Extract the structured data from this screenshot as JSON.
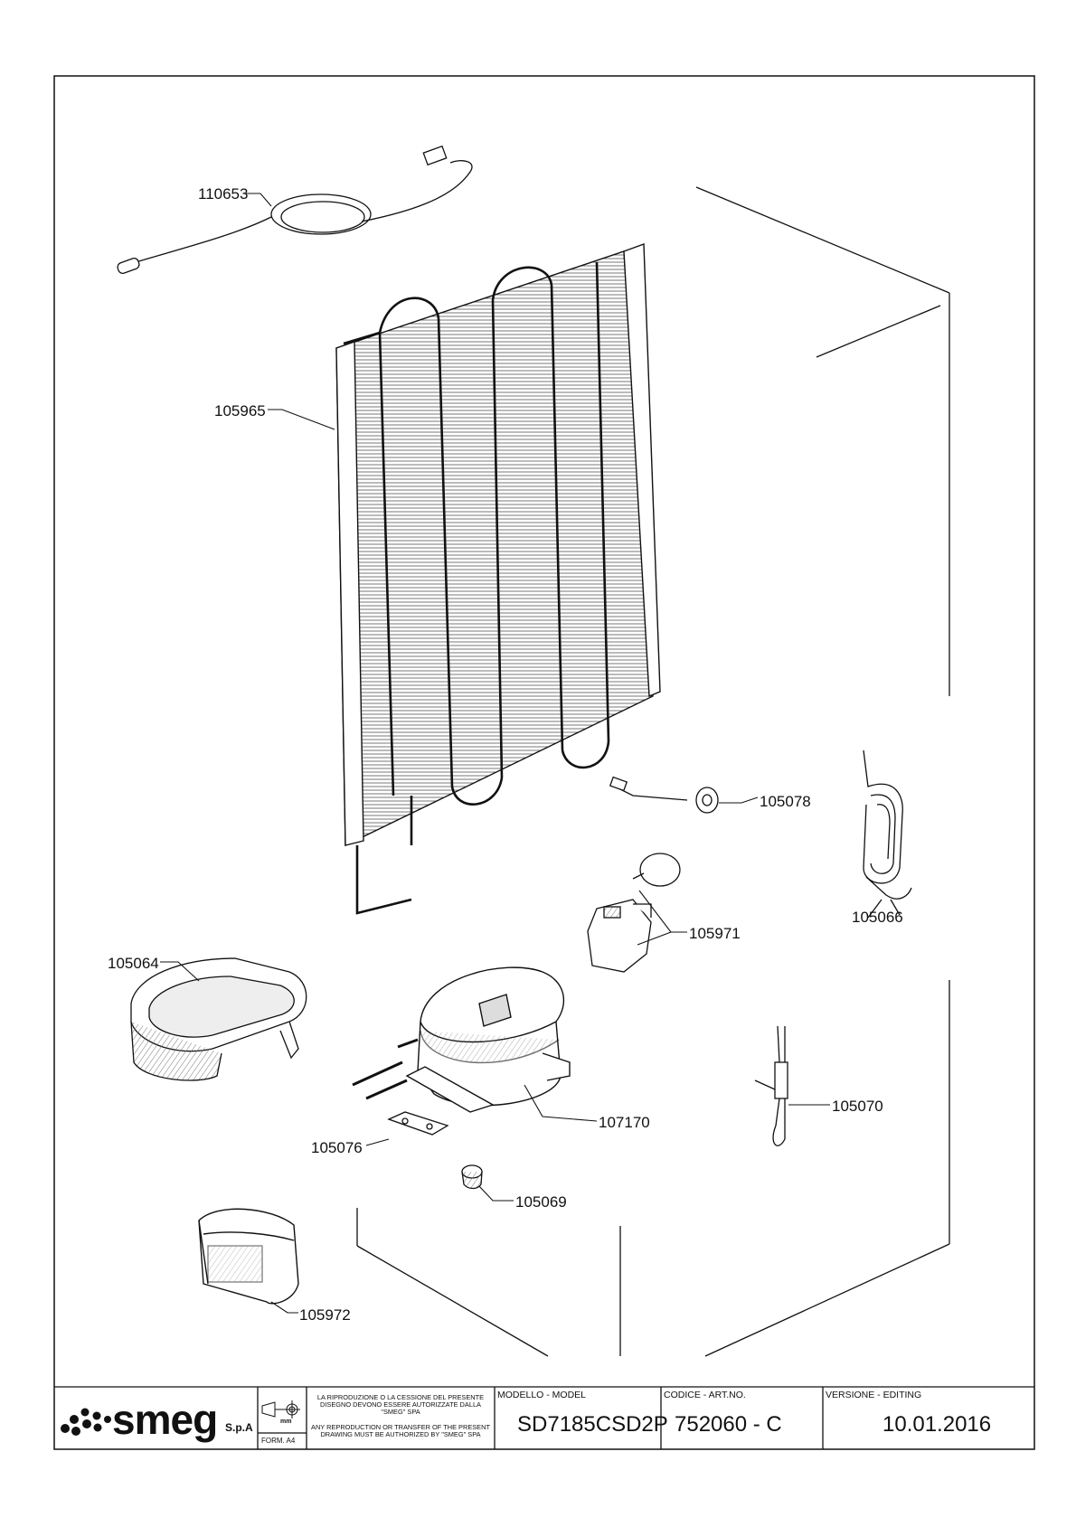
{
  "parts": [
    {
      "code": "110653",
      "name": "sensor-cable"
    },
    {
      "code": "105965",
      "name": "condenser"
    },
    {
      "code": "105078",
      "name": "grommet-probe"
    },
    {
      "code": "105066",
      "name": "heater-coil"
    },
    {
      "code": "105971",
      "name": "relay-starter"
    },
    {
      "code": "105064",
      "name": "drip-tray"
    },
    {
      "code": "107170",
      "name": "compressor"
    },
    {
      "code": "105070",
      "name": "drier-filter"
    },
    {
      "code": "105076",
      "name": "mounting-plate"
    },
    {
      "code": "105069",
      "name": "rubber-grommet"
    },
    {
      "code": "105972",
      "name": "relay-cover"
    }
  ],
  "title_block": {
    "brand": "smeg",
    "brand_suffix": "S.p.A",
    "format": "FORM. A4",
    "unit": "mm",
    "notice_it": "LA RIPRODUZIONE O LA CESSIONE DEL PRESENTE DISEGNO DEVONO ESSERE AUTORIZZATE DALLA \"SMEG\" SPA",
    "notice_en": "ANY REPRODUCTION OR TRANSFER OF THE PRESENT DRAWING MUST BE AUTHORIZED BY \"SMEG\" SPA",
    "model_label": "MODELLO - MODEL",
    "model_value": "SD7185CSD2P",
    "code_label": "CODICE - ART.NO.",
    "code_value": "752060 - C",
    "version_label": "VERSIONE - EDITING",
    "version_value": "10.01.2016"
  }
}
